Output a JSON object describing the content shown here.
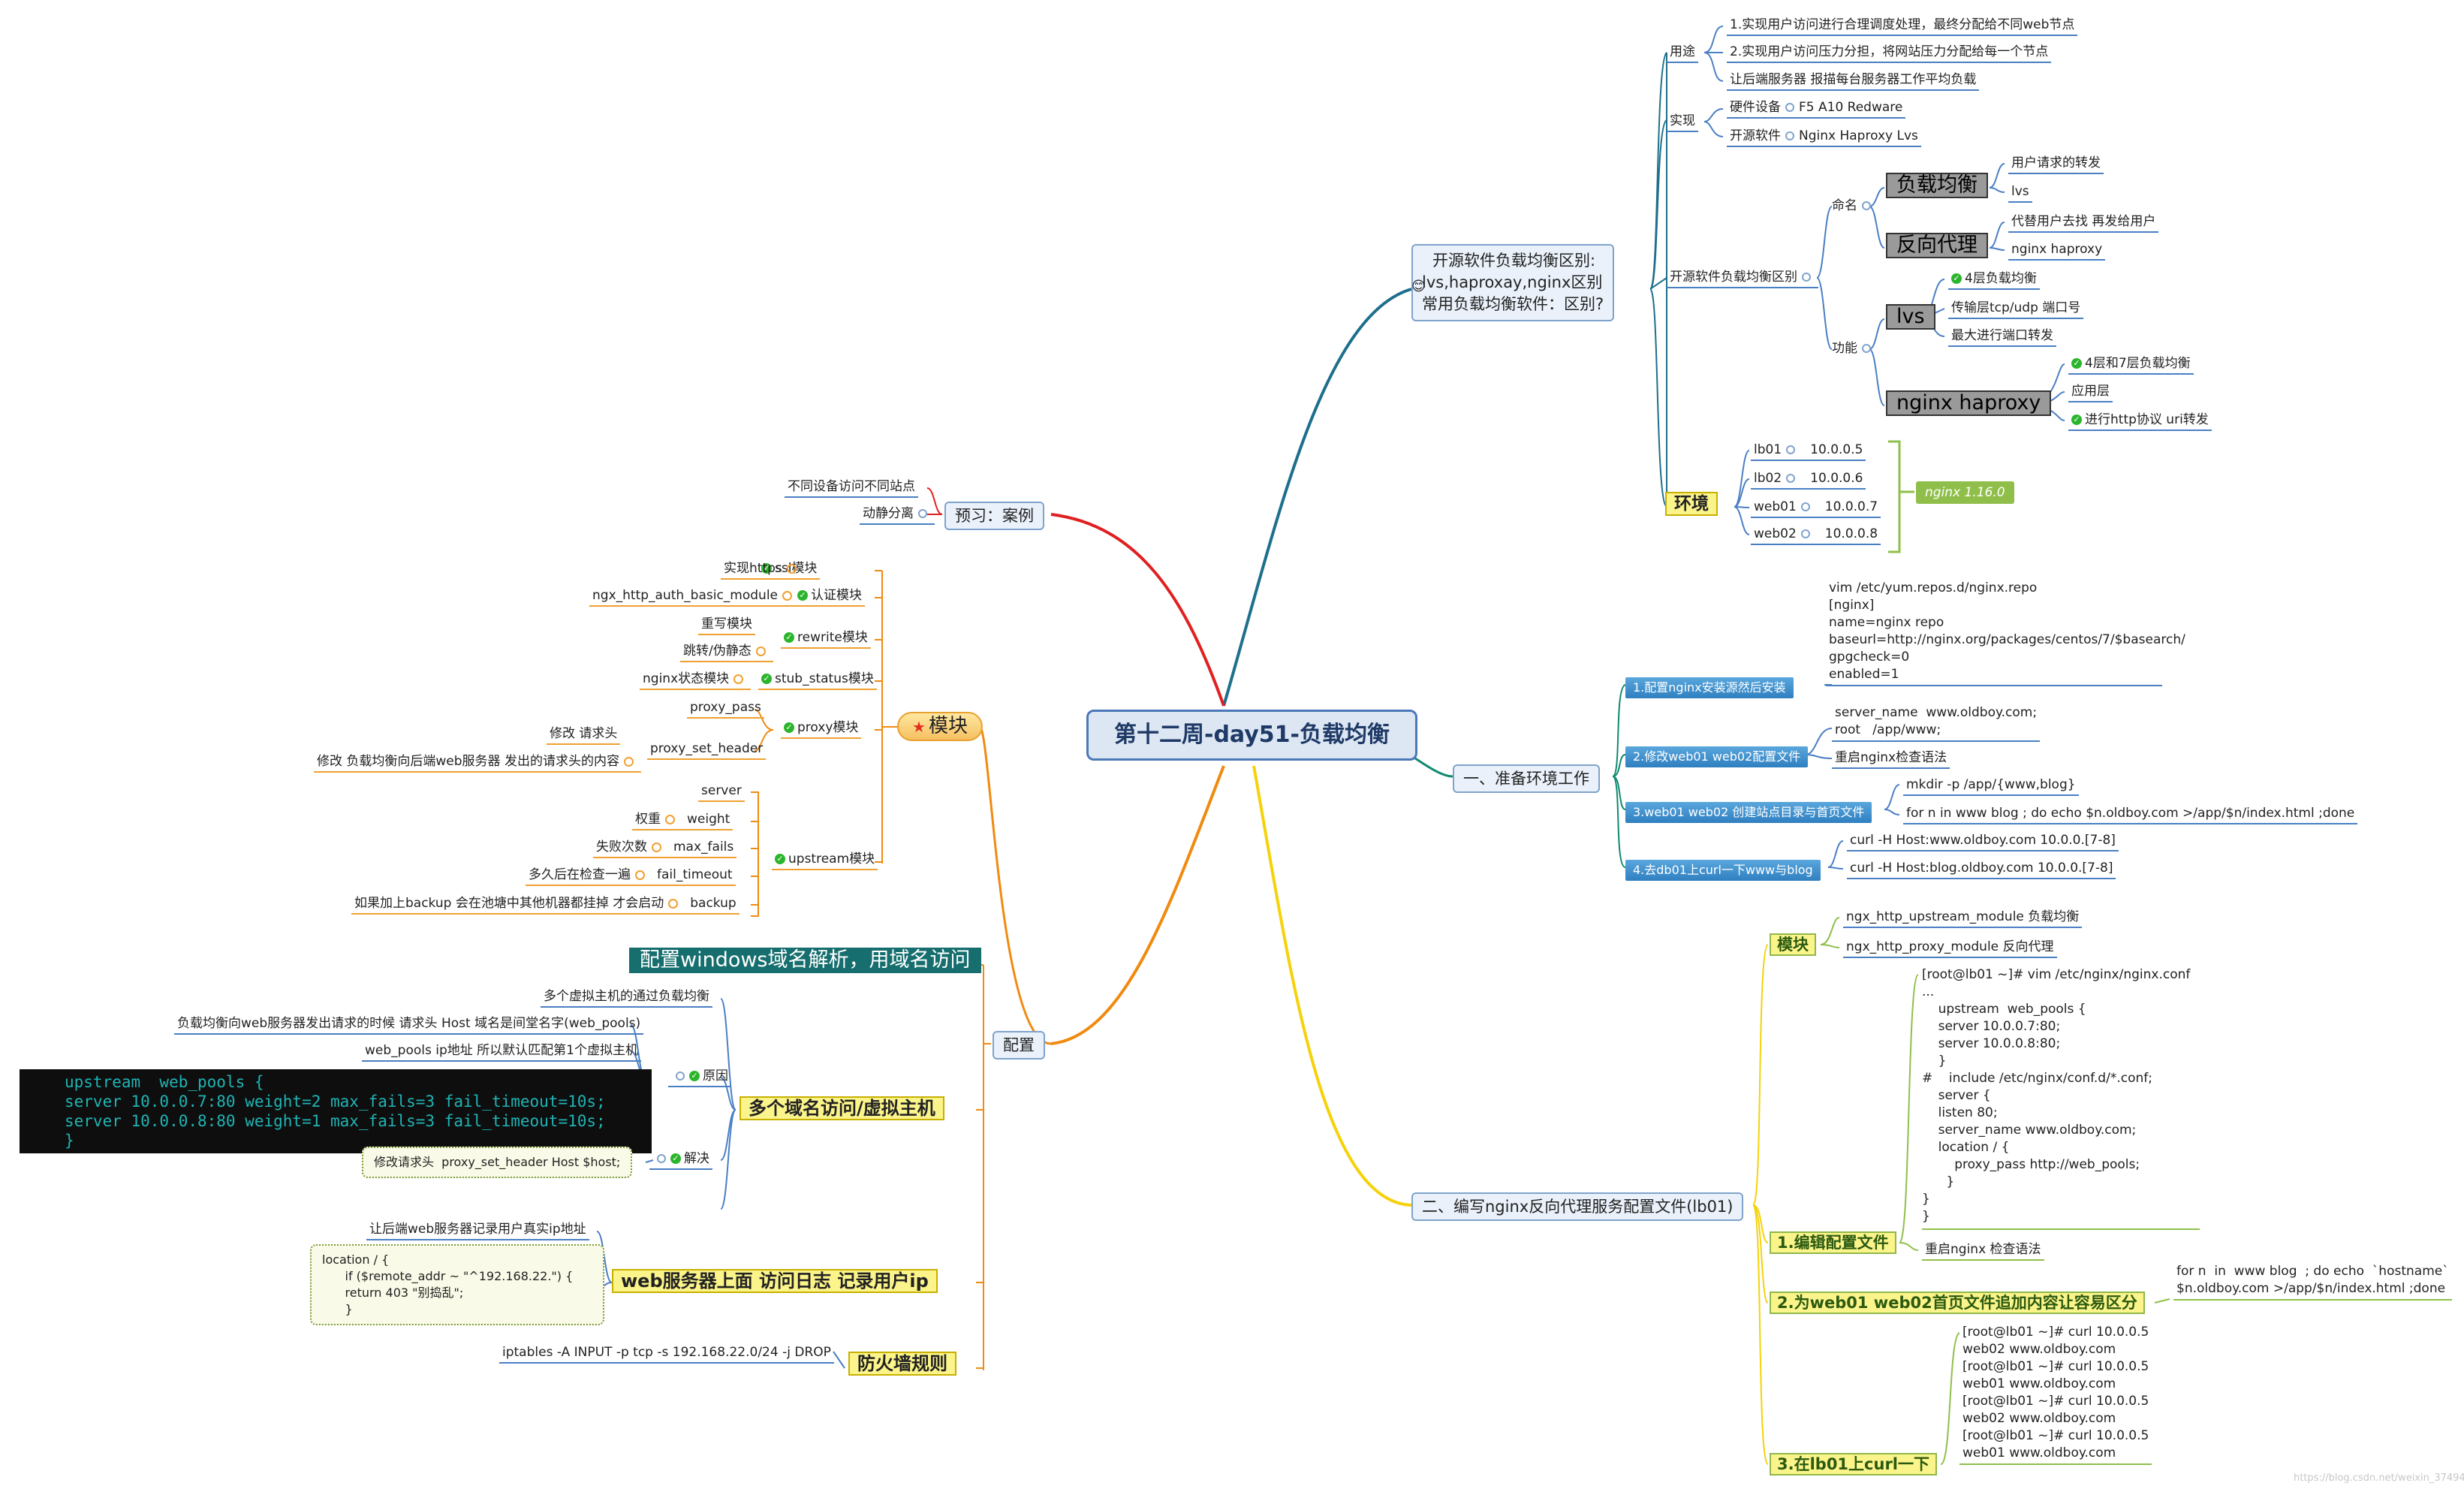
{
  "center": "第十二周-day51-负载均衡",
  "branch_top": {
    "title": "开源软件负载均衡区别:\nlvs,haproxay,nginx区别\n常用负载均衡软件：区别?",
    "yongtu": {
      "label": "用途",
      "items": [
        "1.实现用户访问进行合理调度处理，最终分配给不同web节点",
        "2.实现用户访问压力分担，将网站压力分配给每一个节点",
        "让后端服务器 报描每台服务器工作平均负载"
      ]
    },
    "shixian": {
      "label": "实现",
      "hw_label": "硬件设备",
      "hw_value": "F5 A10 Redware",
      "sw_label": "开源软件",
      "sw_value": "Nginx Haproxy Lvs"
    },
    "diff": {
      "label": "开源软件负载均衡区别",
      "naming": {
        "label": "命名",
        "lb": "负载均衡",
        "lb_items": [
          "用户请求的转发",
          "lvs"
        ],
        "rp": "反向代理",
        "rp_items": [
          "代替用户去找 再发给用户",
          "nginx haproxy"
        ]
      },
      "func": {
        "label": "功能",
        "lvs": "lvs",
        "lvs_items": [
          "4层负载均衡",
          "传输层tcp/udp 端口号",
          "最大进行端口转发"
        ],
        "nh": "nginx haproxy",
        "nh_items": [
          "4层和7层负载均衡",
          "应用层",
          "进行http协议 uri转发"
        ]
      }
    },
    "env": {
      "label": "环境",
      "hosts": [
        {
          "name": "lb01",
          "ip": "10.0.0.5"
        },
        {
          "name": "lb02",
          "ip": "10.0.0.6"
        },
        {
          "name": "web01",
          "ip": "10.0.0.7"
        },
        {
          "name": "web02",
          "ip": "10.0.0.8"
        }
      ],
      "nginx": "nginx 1.16.0"
    }
  },
  "prep": {
    "title": "一、准备环境工作",
    "s1": {
      "label": "1.配置nginx安装源然后安装",
      "text": "vim /etc/yum.repos.d/nginx.repo\n[nginx]\nname=nginx repo\nbaseurl=http://nginx.org/packages/centos/7/$basearch/\ngpgcheck=0\nenabled=1"
    },
    "s2": {
      "label": "2.修改web01 web02配置文件",
      "text": "server_name  www.oldboy.com;\nroot   /app/www;",
      "check": "重启nginx检查语法"
    },
    "s3": {
      "label": "3.web01 web02 创建站点目录与首页文件",
      "mk": "mkdir -p /app/{www,blog}",
      "for": "for n  in  www blog  ; do echo  $n.oldboy.com >/app/$n/index.html ;done"
    },
    "s4": {
      "label": "4.去db01上curl一下www与blog",
      "c1": "curl -H Host:www.oldboy.com 10.0.0.[7-8]",
      "c2": "curl -H Host:blog.oldboy.com 10.0.0.[7-8]"
    }
  },
  "cfg": {
    "title": "二、编写nginx反向代理服务配置文件(lb01)",
    "mod": {
      "label": "模块",
      "items": [
        "ngx_http_upstream_module 负载均衡",
        "ngx_http_proxy_module 反向代理"
      ]
    },
    "edit": {
      "label": "1.编辑配置文件",
      "text": "[root@lb01 ~]# vim /etc/nginx/nginx.conf\n...\n    upstream  web_pools {\n    server 10.0.0.7:80;\n    server 10.0.0.8:80;\n    }\n#    include /etc/nginx/conf.d/*.conf;\n    server {\n    listen 80;\n    server_name www.oldboy.com;\n    location / {\n        proxy_pass http://web_pools;\n      }\n}\n}",
      "check": "重启nginx 检查语法"
    },
    "append": {
      "label": "2.为web01 web02首页文件追加内容让容易区分",
      "text": "for n  in  www blog  ; do echo  `hostname`\n$n.oldboy.com >/app/$n/index.html ;done"
    },
    "curl": {
      "label": "3.在lb01上curl一下",
      "text": "[root@lb01 ~]# curl 10.0.0.5\nweb02 www.oldboy.com\n[root@lb01 ~]# curl 10.0.0.5\nweb01 www.oldboy.com\n[root@lb01 ~]# curl 10.0.0.5\nweb02 www.oldboy.com\n[root@lb01 ~]# curl 10.0.0.5\nweb01 www.oldboy.com"
    }
  },
  "preview": {
    "title": "预习：案例",
    "items": [
      "不同设备访问不同站点",
      "动静分离"
    ]
  },
  "module": {
    "title": "模块",
    "ssl": {
      "label": "ssl模块",
      "item": "实现https"
    },
    "auth": {
      "label": "认证模块",
      "item": "ngx_http_auth_basic_module"
    },
    "rewrite": {
      "label": "rewrite模块",
      "items": [
        "重写模块",
        "跳转/伪静态"
      ]
    },
    "stub": {
      "label": "stub_status模块",
      "item": "nginx状态模块"
    },
    "proxy": {
      "label": "proxy模块",
      "pass": "proxy_pass",
      "psh": "proxy_set_header",
      "psh_items": [
        "修改 请求头",
        "修改 负载均衡向后端web服务器 发出的请求头的内容"
      ]
    },
    "upstream": {
      "label": "upstream模块",
      "server": "server",
      "weight_l": "权重",
      "weight": "weight",
      "mf_l": "失败次数",
      "mf": "max_fails",
      "ft_l": "多久后在检查一遍",
      "ft": "fail_timeout",
      "bk_l": "如果加上backup 会在池塘中其他机器都挂掉 才会启动",
      "bk": "backup"
    }
  },
  "config": {
    "title": "配置",
    "win": "配置windows域名解析，用域名访问",
    "vhost": {
      "label": "多个域名访问/虚拟主机",
      "top": "多个虚拟主机的通过负载均衡",
      "reason": "原因",
      "r1": "负载均衡向web服务器发出请求的时候 请求头 Host 域名是间堂名字(web_pools)",
      "r2": "web_pools ip地址 所以默认匹配第1个虚拟主机",
      "code": "upstream  web_pools {\nserver 10.0.0.7:80 weight=2 max_fails=3 fail_timeout=10s;\nserver 10.0.0.8:80 weight=1 max_fails=3 fail_timeout=10s;\n}",
      "solve": "解决",
      "fix": "修改请求头  proxy_set_header Host $host;"
    },
    "log": {
      "label": "web服务器上面 访问日志 记录用户ip",
      "top": "让后端web服务器记录用户真实ip地址",
      "code": "location / {\n      if ($remote_addr ~ \"^192.168.22.\") {\n      return 403 \"别捣乱\";\n      }"
    },
    "fw": {
      "label": "防火墙规则",
      "item": "iptables -A INPUT -p tcp -s 192.168.22.0/24 -j DROP"
    }
  },
  "watermark": "https://blog.csdn.net/weixin_37494085"
}
